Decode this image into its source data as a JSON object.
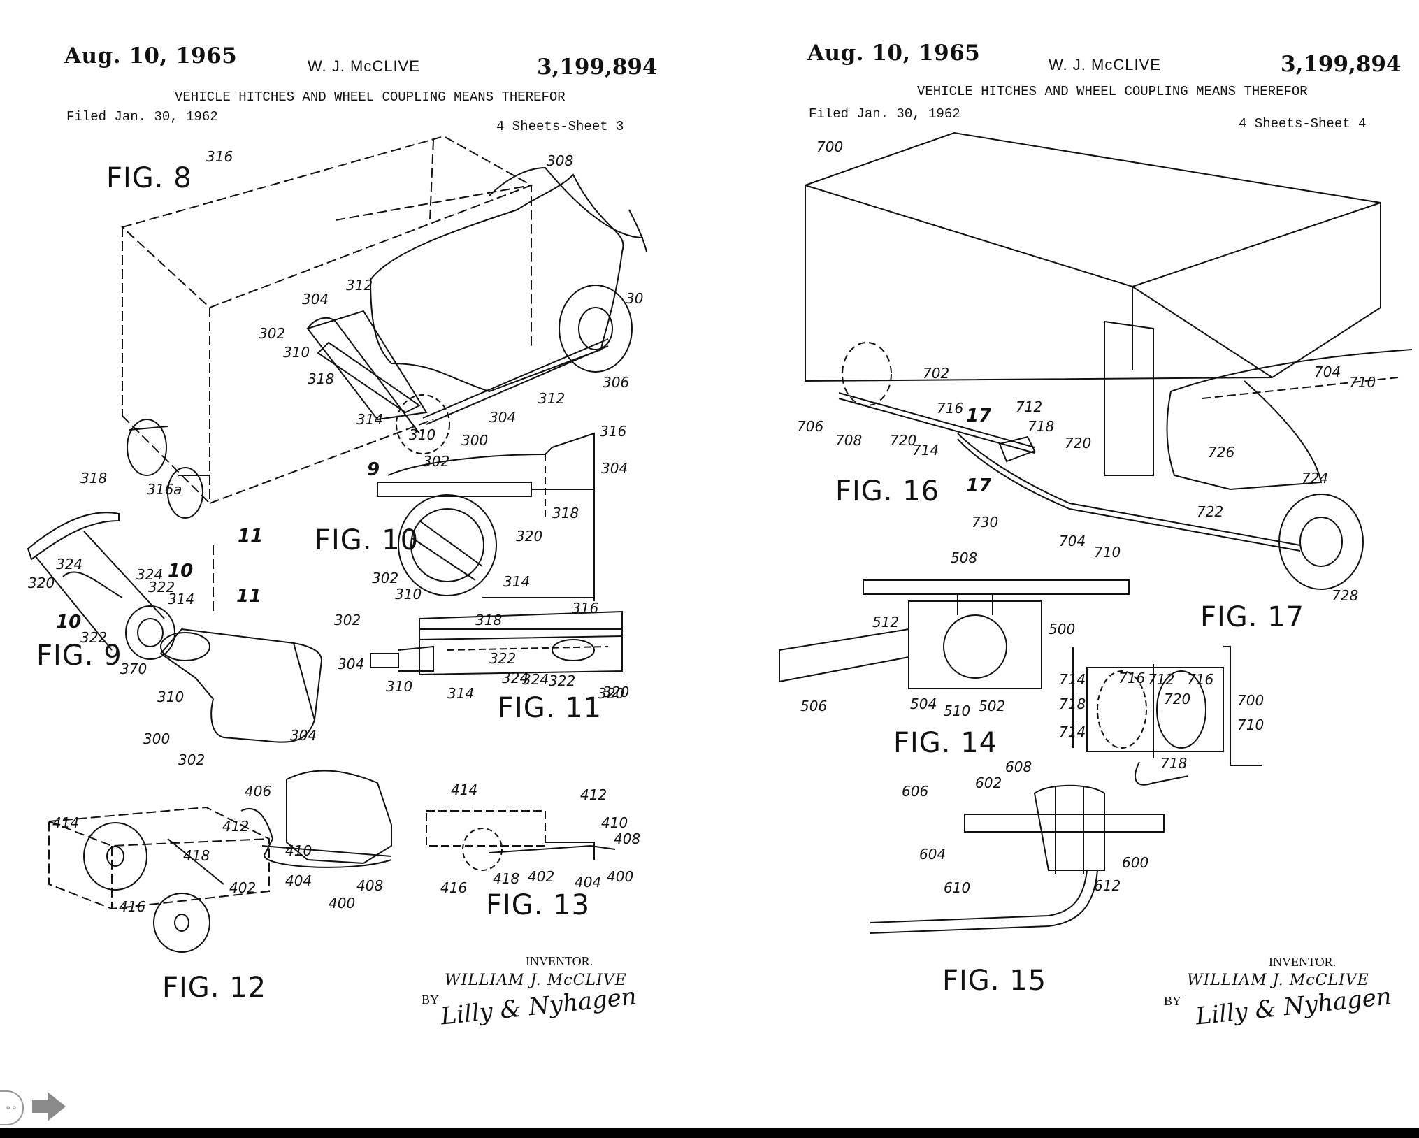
{
  "left_page": {
    "date": "Aug. 10, 1965",
    "inventor_header": "W. J. McCLIVE",
    "patent_number": "3,199,894",
    "title": "VEHICLE HITCHES AND WHEEL COUPLING MEANS THEREFOR",
    "filed": "Filed Jan. 30, 1962",
    "sheets": "4 Sheets-Sheet 3",
    "figures": [
      "FIG. 8",
      "FIG. 9",
      "FIG. 10",
      "FIG. 11",
      "FIG. 12",
      "FIG. 13"
    ],
    "refs": [
      "316",
      "308",
      "304",
      "312",
      "302",
      "310",
      "318",
      "30",
      "306",
      "312",
      "304",
      "314",
      "310",
      "300",
      "302",
      "9",
      "316",
      "304",
      "318",
      "320",
      "302",
      "310",
      "314",
      "316",
      "318",
      "322",
      "324",
      "320",
      "302",
      "304",
      "310",
      "314",
      "324",
      "322",
      "320",
      "318",
      "316a",
      "11",
      "11",
      "324",
      "324",
      "10",
      "322",
      "314",
      "320",
      "10",
      "322",
      "370",
      "310",
      "300",
      "302",
      "304",
      "406",
      "412",
      "410",
      "414",
      "418",
      "402",
      "404",
      "408",
      "400",
      "416",
      "414",
      "412",
      "410",
      "408",
      "416",
      "418",
      "402",
      "404",
      "400"
    ],
    "inventor_label": "INVENTOR.",
    "inventor_name": "WILLIAM J. McCLIVE",
    "by": "BY",
    "signature": "Lilly & Nyhagen"
  },
  "right_page": {
    "date": "Aug. 10, 1965",
    "inventor_header": "W. J. McCLIVE",
    "patent_number": "3,199,894",
    "title": "VEHICLE HITCHES AND WHEEL COUPLING MEANS THEREFOR",
    "filed": "Filed Jan. 30, 1962",
    "sheets": "4 Sheets-Sheet 4",
    "figures": [
      "FIG. 16",
      "FIG. 17",
      "FIG. 14",
      "FIG. 15"
    ],
    "refs": [
      "700",
      "702",
      "704",
      "710",
      "706",
      "708",
      "720",
      "716",
      "17",
      "712",
      "718",
      "714",
      "720",
      "726",
      "17",
      "730",
      "704",
      "710",
      "722",
      "724",
      "728",
      "508",
      "500",
      "512",
      "506",
      "504",
      "510",
      "502",
      "716",
      "712",
      "716",
      "714",
      "720",
      "700",
      "718",
      "710",
      "714",
      "718",
      "608",
      "602",
      "606",
      "604",
      "600",
      "610",
      "612"
    ],
    "inventor_label": "INVENTOR.",
    "inventor_name": "WILLIAM J. McCLIVE",
    "by": "BY",
    "signature": "Lilly & Nyhagen"
  },
  "viewer": {
    "nav_icon": "more-options-icon",
    "next_icon": "arrow-right-icon"
  }
}
